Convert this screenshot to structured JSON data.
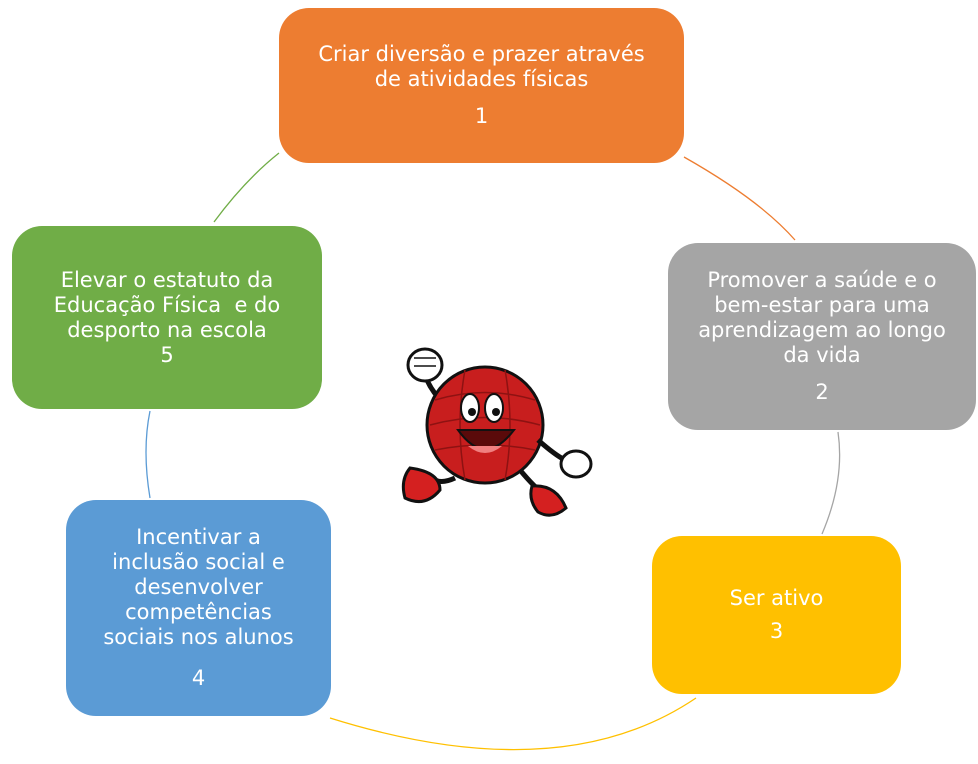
{
  "nodes": [
    {
      "lines": [
        "Criar diversão e prazer através",
        "de atividades físicas"
      ],
      "number": "1",
      "color": "#ed7d31"
    },
    {
      "lines": [
        "Promover a saúde e o",
        "bem-estar para uma",
        "aprendizagem ao longo",
        "da vida"
      ],
      "number": "2",
      "color": "#a5a5a5"
    },
    {
      "lines": [
        "Ser ativo"
      ],
      "number": "3",
      "color": "#ffc000"
    },
    {
      "lines": [
        "Incentivar a",
        "inclusão social e",
        "desenvolver",
        "competências",
        "sociais nos alunos"
      ],
      "number": "4",
      "color": "#5b9bd5"
    },
    {
      "lines": [
        "Elevar o estatuto da",
        "Educação Física  e do",
        "desporto na escola"
      ],
      "number": "5",
      "color": "#70ad47"
    }
  ],
  "center_image": "running-ball-mascot"
}
